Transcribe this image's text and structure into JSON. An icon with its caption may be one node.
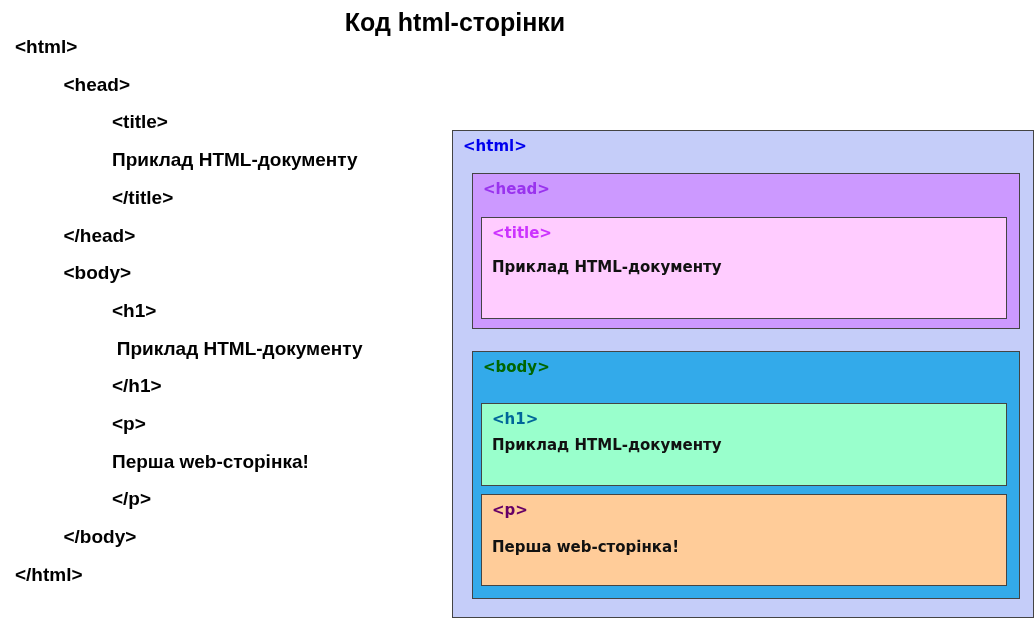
{
  "diagram": {
    "title": "Код html-сторінки",
    "nodes": [
      {
        "text": [
          "<html>"
        ]
      },
      {
        "text": [
          "<head>"
        ],
        "in": 0
      },
      {
        "text": [
          "<title>",
          "Приклад HTML-документу"
        ],
        "in": 1
      },
      {
        "text": [
          "<body>"
        ],
        "in": 0
      },
      {
        "text": [
          "<h1>",
          "Приклад HTML-документу"
        ],
        "in": 3
      },
      {
        "text": [
          "<p>",
          "Перша web-сторінка!"
        ],
        "in": 3
      }
    ],
    "labels": [
      "<html>",
      "<head>",
      "<title>",
      "Приклад HTML-документу",
      "</title>",
      "</head>",
      "<body>",
      "<h1>",
      "Приклад HTML-документу",
      "</h1>",
      "<p>",
      "Перша web-сторінка!",
      "</p>",
      "</body>",
      "</html>"
    ]
  }
}
